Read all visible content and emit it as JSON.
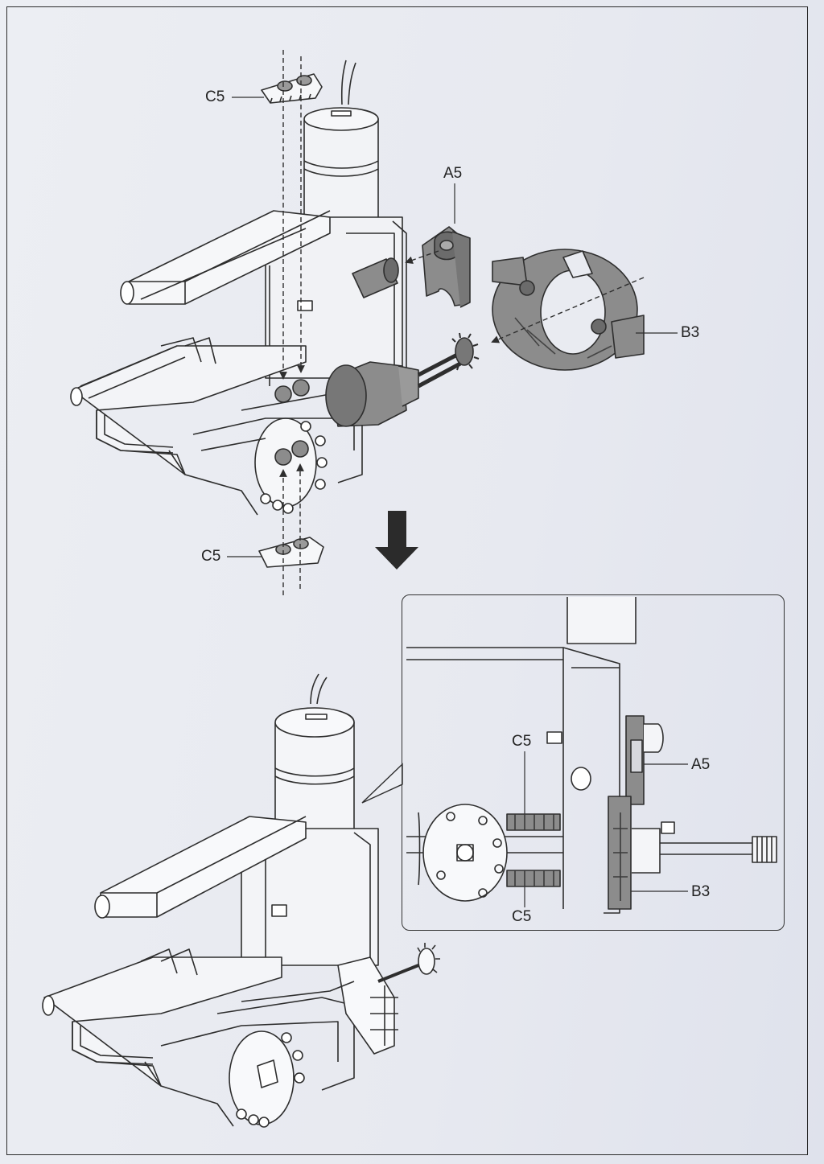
{
  "labels": {
    "c5_top": "C5",
    "a5": "A5",
    "b3": "B3",
    "c5_bottom": "C5",
    "inset_c5_upper": "C5",
    "inset_a5": "A5",
    "inset_b3": "B3",
    "inset_c5_lower": "C5"
  },
  "colors": {
    "line": "#2e2e2e",
    "part_fill": "#8c8c8c",
    "part_dark": "#6b6b6b",
    "paper": "#e9ebf1"
  },
  "icons": {
    "step_arrow": "down-arrow-icon"
  }
}
